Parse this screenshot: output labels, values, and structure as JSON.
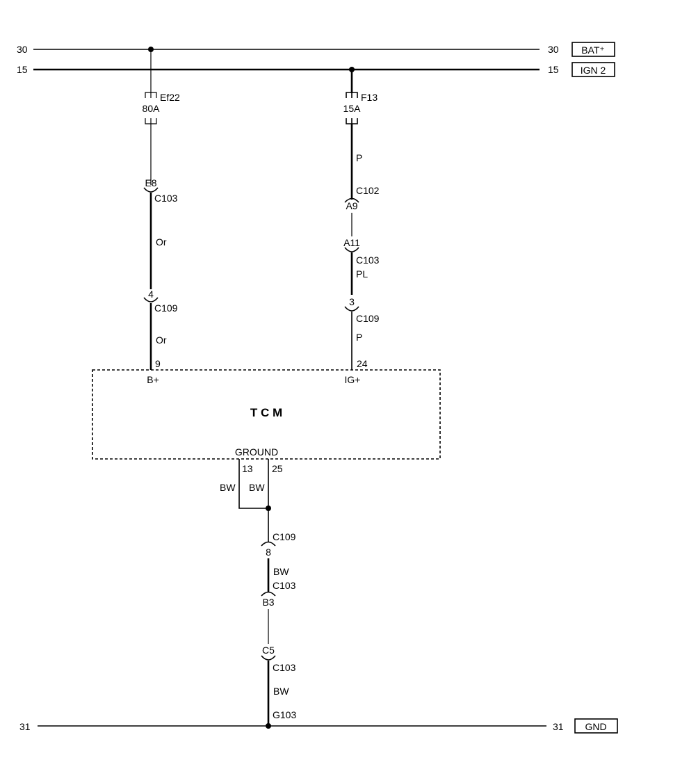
{
  "rails": {
    "bat": {
      "num_left": "30",
      "num_right": "30",
      "label": "BAT⁺"
    },
    "ign": {
      "num_left": "15",
      "num_right": "15",
      "label": "IGN 2"
    },
    "gnd": {
      "num_left": "31",
      "num_right": "31",
      "label": "GND"
    }
  },
  "left_circuit": {
    "fuse_name": "Ef22",
    "fuse_rating": "80A",
    "conn1_pin": "E8",
    "conn1_name": "C103",
    "wire1_color": "Or",
    "conn2_pin": "4",
    "conn2_name": "C109",
    "wire2_color": "Or",
    "tcm_pin": "9",
    "tcm_terminal": "B+"
  },
  "right_circuit": {
    "fuse_name": "F13",
    "fuse_rating": "15A",
    "wire1_color": "P",
    "conn1_name": "C102",
    "conn1_pin": "A9",
    "conn2_pin": "A11",
    "conn2_name": "C103",
    "wire2_color": "PL",
    "conn3_pin": "3",
    "conn3_name": "C109",
    "wire3_color": "P",
    "tcm_pin": "24",
    "tcm_terminal": "IG+"
  },
  "tcm": {
    "title": "T   C   M",
    "ground_label": "GROUND"
  },
  "ground_circuit": {
    "pin_a": "13",
    "pin_b": "25",
    "wire_a_color": "BW",
    "wire_b_color": "BW",
    "conn1_name": "C109",
    "conn1_pin": "8",
    "wire1_color": "BW",
    "conn2_name": "C103",
    "conn2_pin": "B3",
    "conn3_pin": "C5",
    "conn3_name": "C103",
    "wire3_color": "BW",
    "ground_point": "G103"
  }
}
